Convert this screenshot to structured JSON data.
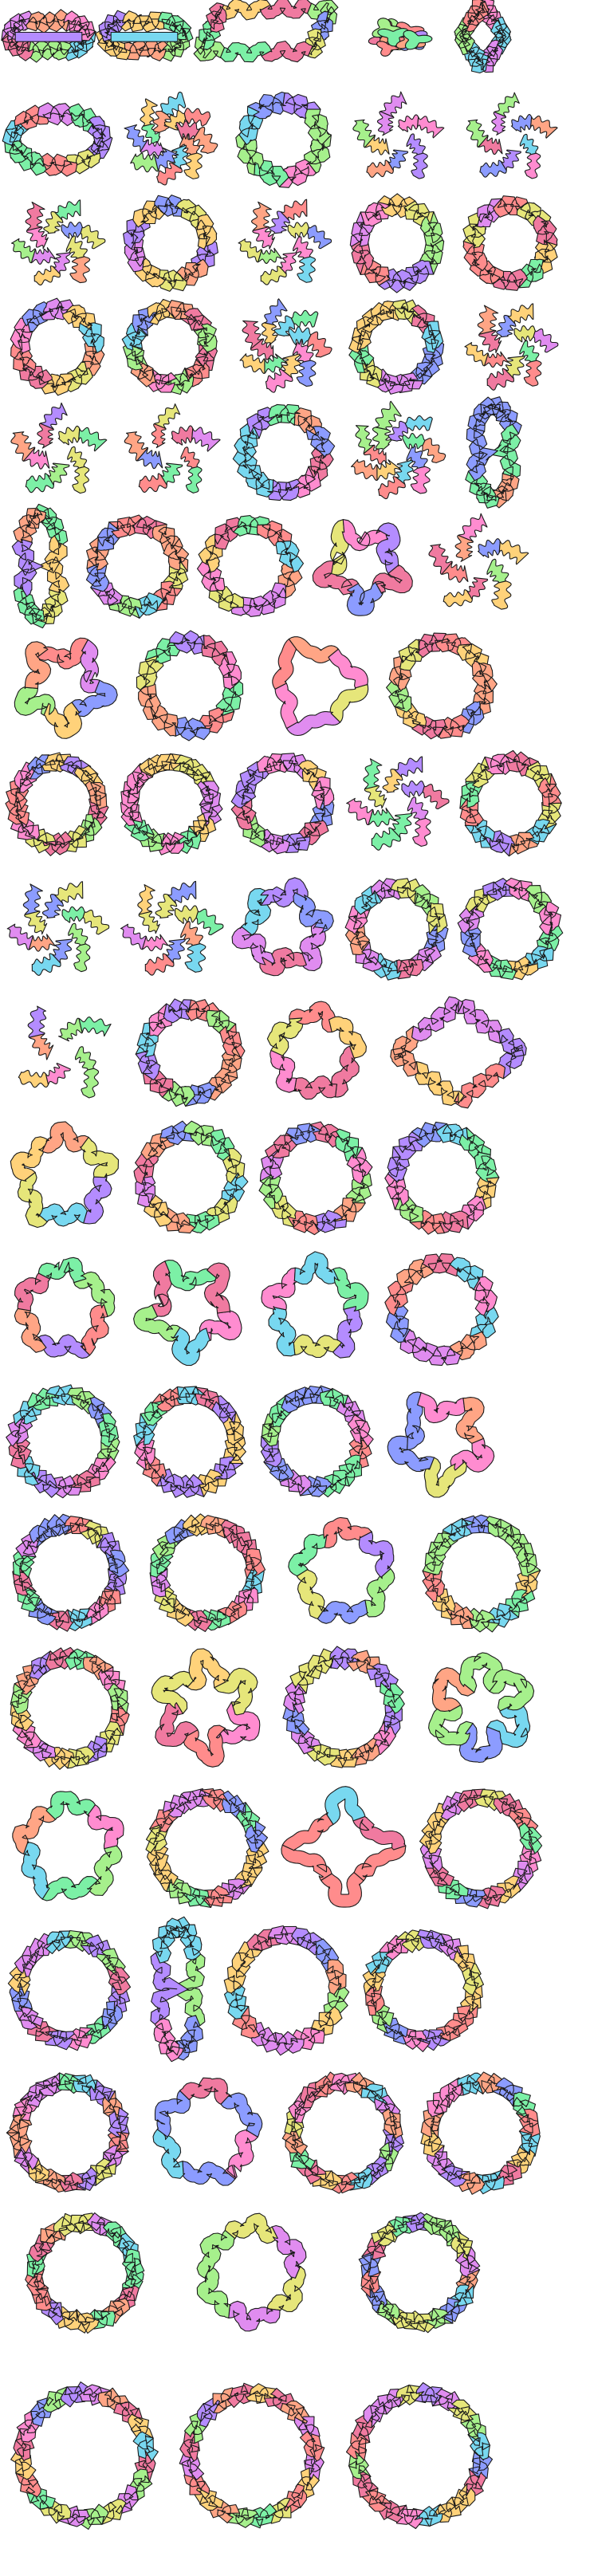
{
  "palette": [
    "#ff8c8c",
    "#ffa585",
    "#ffd27a",
    "#e6e67a",
    "#a6f08c",
    "#7cf0a6",
    "#78d8f0",
    "#8c9cff",
    "#b48cff",
    "#e08cf0",
    "#ff8cd0",
    "#f07aa0"
  ],
  "outline_color": "#1a1a1a",
  "rows": [
    {
      "items": [
        {
          "kind": "pair",
          "seed": 1
        },
        {
          "kind": "pair",
          "seed": 2
        },
        {
          "kind": "parallelogram",
          "seed": 3
        },
        {
          "kind": "cluster",
          "n": 8,
          "seed": 4
        },
        {
          "kind": "diamond",
          "seed": 5
        }
      ]
    },
    {
      "items": [
        {
          "kind": "ellipse",
          "n": 10,
          "seed": 6
        },
        {
          "kind": "pinwheel",
          "n": 8,
          "seed": 7
        },
        {
          "kind": "ring",
          "n": 8,
          "seed": 8
        },
        {
          "kind": "pinwheel",
          "n": 5,
          "seed": 9
        },
        {
          "kind": "pinwheel",
          "n": 5,
          "seed": 10
        }
      ]
    },
    {
      "items": [
        {
          "kind": "pinwheel",
          "n": 6,
          "seed": 11
        },
        {
          "kind": "ring",
          "n": 10,
          "seed": 12
        },
        {
          "kind": "pinwheel",
          "n": 6,
          "seed": 13
        },
        {
          "kind": "ring",
          "n": 10,
          "seed": 14
        },
        {
          "kind": "ring",
          "n": 10,
          "seed": 15
        }
      ]
    },
    {
      "items": [
        {
          "kind": "ring",
          "n": 10,
          "seed": 16
        },
        {
          "kind": "ring",
          "n": 12,
          "seed": 17
        },
        {
          "kind": "pinwheel",
          "n": 7,
          "seed": 18
        },
        {
          "kind": "ring",
          "n": 12,
          "seed": 19
        },
        {
          "kind": "pinwheel",
          "n": 6,
          "seed": 20
        }
      ]
    },
    {
      "items": [
        {
          "kind": "pinwheel",
          "n": 5,
          "seed": 21
        },
        {
          "kind": "pinwheel",
          "n": 5,
          "seed": 22
        },
        {
          "kind": "ring",
          "n": 10,
          "seed": 23
        },
        {
          "kind": "pinwheel",
          "n": 7,
          "seed": 24
        },
        {
          "kind": "lens",
          "seed": 25
        }
      ]
    },
    {
      "items": [
        {
          "kind": "lens",
          "seed": 26
        },
        {
          "kind": "ring",
          "n": 12,
          "seed": 27
        },
        {
          "kind": "ring",
          "n": 10,
          "seed": 28
        },
        {
          "kind": "star",
          "n": 5,
          "seed": 29
        },
        {
          "kind": "pinwheel",
          "n": 5,
          "seed": 30
        }
      ]
    },
    {
      "items": [
        {
          "kind": "star",
          "n": 5,
          "seed": 31
        },
        {
          "kind": "ring",
          "n": 10,
          "seed": 32
        },
        {
          "kind": "blob",
          "n": 3,
          "seed": 33
        },
        {
          "kind": "ring",
          "n": 12,
          "seed": 34
        }
      ]
    },
    {
      "items": [
        {
          "kind": "ring",
          "n": 14,
          "seed": 35
        },
        {
          "kind": "ring",
          "n": 14,
          "seed": 36
        },
        {
          "kind": "ring",
          "n": 12,
          "seed": 37
        },
        {
          "kind": "pinwheel",
          "n": 6,
          "seed": 38
        },
        {
          "kind": "ring",
          "n": 12,
          "seed": 39
        }
      ]
    },
    {
      "items": [
        {
          "kind": "pinwheel",
          "n": 6,
          "seed": 40
        },
        {
          "kind": "pinwheel",
          "n": 6,
          "seed": 41
        },
        {
          "kind": "blob",
          "n": 6,
          "seed": 42
        },
        {
          "kind": "ring",
          "n": 12,
          "seed": 43
        },
        {
          "kind": "ring",
          "n": 12,
          "seed": 44
        }
      ]
    },
    {
      "items": [
        {
          "kind": "pinwheel",
          "n": 4,
          "seed": 45
        },
        {
          "kind": "ring",
          "n": 12,
          "seed": 46
        },
        {
          "kind": "polygon",
          "n": 5,
          "seed": 47
        },
        {
          "kind": "diamond",
          "seed": 48
        }
      ]
    },
    {
      "items": [
        {
          "kind": "polygon",
          "n": 5,
          "seed": 49
        },
        {
          "kind": "ring",
          "n": 12,
          "seed": 50
        },
        {
          "kind": "ring",
          "n": 12,
          "seed": 51
        },
        {
          "kind": "ring",
          "n": 12,
          "seed": 52
        }
      ]
    },
    {
      "items": [
        {
          "kind": "polygon",
          "n": 5,
          "seed": 53
        },
        {
          "kind": "star",
          "n": 5,
          "seed": 54
        },
        {
          "kind": "polygon",
          "n": 5,
          "seed": 55
        },
        {
          "kind": "ring",
          "n": 10,
          "seed": 56
        }
      ]
    },
    {
      "items": [
        {
          "kind": "ring",
          "n": 14,
          "seed": 57
        },
        {
          "kind": "ring",
          "n": 14,
          "seed": 58
        },
        {
          "kind": "ring",
          "n": 14,
          "seed": 59
        },
        {
          "kind": "star",
          "n": 5,
          "seed": 60
        }
      ]
    },
    {
      "items": [
        {
          "kind": "ring",
          "n": 16,
          "seed": 61
        },
        {
          "kind": "ring",
          "n": 16,
          "seed": 62
        },
        {
          "kind": "polygon",
          "n": 5,
          "seed": 63
        },
        {
          "kind": "ring",
          "n": 14,
          "seed": 64
        }
      ]
    },
    {
      "items": [
        {
          "kind": "ring",
          "n": 16,
          "seed": 65
        },
        {
          "kind": "star",
          "n": 6,
          "seed": 66
        },
        {
          "kind": "ring",
          "n": 14,
          "seed": 67
        },
        {
          "kind": "star",
          "n": 6,
          "seed": 68
        }
      ]
    },
    {
      "items": [
        {
          "kind": "polygon",
          "n": 5,
          "seed": 69
        },
        {
          "kind": "ring",
          "n": 16,
          "seed": 70
        },
        {
          "kind": "star",
          "n": 4,
          "seed": 71
        },
        {
          "kind": "ring",
          "n": 16,
          "seed": 72
        }
      ]
    },
    {
      "items": [
        {
          "kind": "ring",
          "n": 16,
          "seed": 73
        },
        {
          "kind": "lens",
          "seed": 74
        },
        {
          "kind": "arc",
          "n": 14,
          "seed": 75
        },
        {
          "kind": "ring",
          "n": 16,
          "seed": 76
        }
      ]
    },
    {
      "items": [
        {
          "kind": "ring",
          "n": 18,
          "seed": 77
        },
        {
          "kind": "polygon",
          "n": 5,
          "seed": 78
        },
        {
          "kind": "ring",
          "n": 18,
          "seed": 79
        },
        {
          "kind": "ring",
          "n": 16,
          "seed": 80
        }
      ]
    },
    {
      "items": [
        {
          "kind": "ring",
          "n": 18,
          "seed": 81
        },
        {
          "kind": "polygon",
          "n": 6,
          "seed": 82
        },
        {
          "kind": "ring",
          "n": 18,
          "seed": 83
        }
      ]
    },
    {
      "items": [
        {
          "kind": "ring",
          "n": 20,
          "seed": 84
        },
        {
          "kind": "ring",
          "n": 20,
          "seed": 85
        },
        {
          "kind": "ring",
          "n": 20,
          "seed": 86
        }
      ]
    }
  ]
}
